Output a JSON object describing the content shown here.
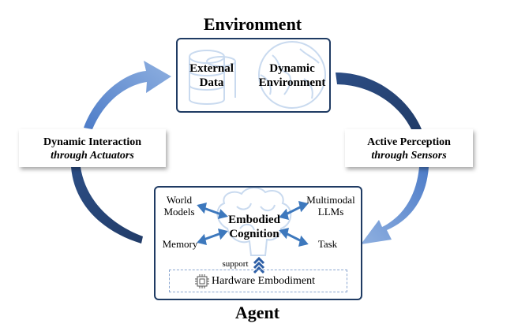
{
  "environment": {
    "title": "Environment",
    "items": [
      {
        "line1": "External",
        "line2": "Data",
        "icon": "database-icon"
      },
      {
        "line1": "Dynamic",
        "line2": "Environment",
        "icon": "globe-icon"
      }
    ]
  },
  "left_label": {
    "line1": "Dynamic Interaction",
    "line2": "through Actuators"
  },
  "right_label": {
    "line1": "Active Perception",
    "line2": "through Sensors"
  },
  "agent": {
    "title": "Agent",
    "center": {
      "line1": "Embodied",
      "line2": "Cognition",
      "icon": "brain-icon"
    },
    "components": {
      "world_models": {
        "line1": "World",
        "line2": "Models"
      },
      "multimodal_llms": {
        "line1": "Multimodal",
        "line2": "LLMs"
      },
      "memory": "Memory",
      "task": "Task"
    },
    "support_label": "support",
    "hardware": {
      "label": "Hardware Embodiment",
      "icon": "chip-icon"
    }
  },
  "colors": {
    "box_border": "#1f3b63",
    "arrow_light": "#6f97d6",
    "arrow_dark": "#2e4f85",
    "icon_light": "#c9daef",
    "connector": "#3d78bd"
  }
}
